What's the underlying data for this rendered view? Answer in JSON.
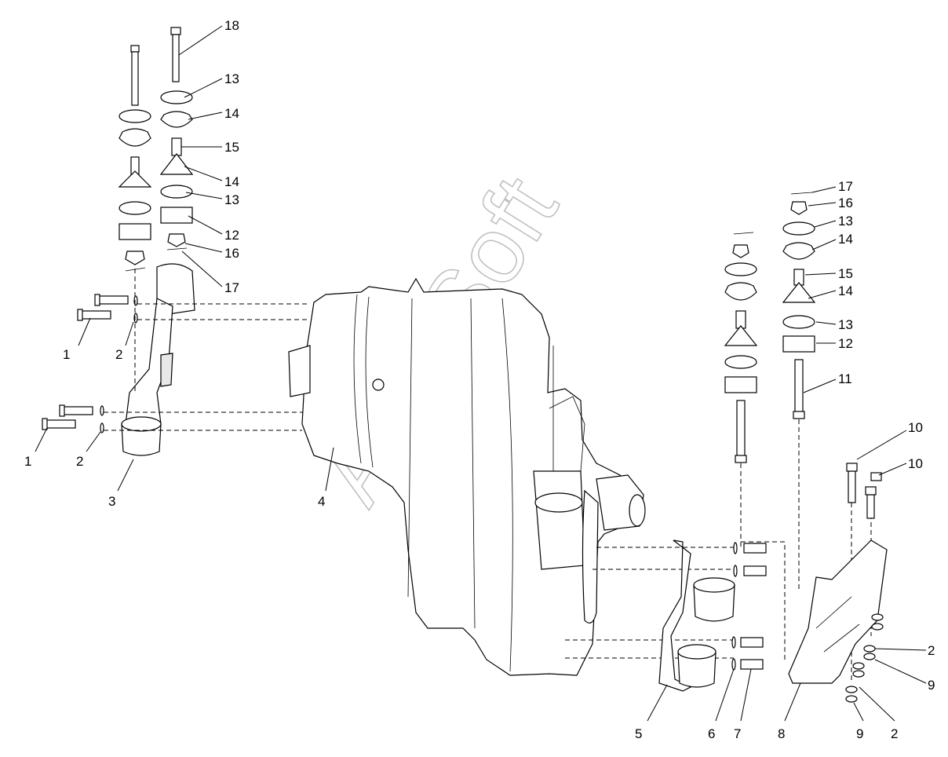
{
  "watermark": "AutoSoft",
  "callouts": {
    "c1a": "1",
    "c1b": "1",
    "c2a": "2",
    "c2b": "2",
    "c2c": "2",
    "c2d": "2",
    "c3": "3",
    "c4": "4",
    "c5": "5",
    "c6": "6",
    "c7": "7",
    "c8": "8",
    "c9a": "9",
    "c9b": "9",
    "c10a": "10",
    "c10b": "10",
    "c11": "11",
    "c12a": "12",
    "c12b": "12",
    "c13a": "13",
    "c13b": "13",
    "c13c": "13",
    "c13d": "13",
    "c14a": "14",
    "c14b": "14",
    "c14c": "14",
    "c14d": "14",
    "c15a": "15",
    "c15b": "15",
    "c16a": "16",
    "c16b": "16",
    "c17a": "17",
    "c17b": "17",
    "c18": "18"
  }
}
